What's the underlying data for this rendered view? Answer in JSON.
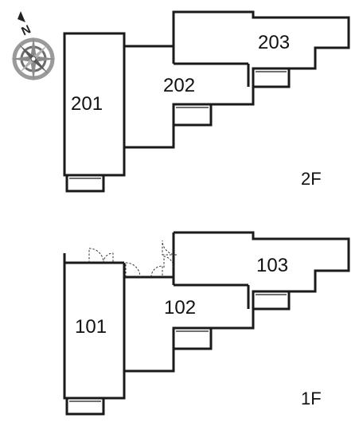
{
  "compass": {
    "north_label": "N",
    "icon": "compass-rose-icon"
  },
  "floors": [
    {
      "label": "2F",
      "units": [
        "201",
        "202",
        "203"
      ]
    },
    {
      "label": "1F",
      "units": [
        "101",
        "102",
        "103"
      ]
    }
  ],
  "colors": {
    "wall": "#1a1a1a",
    "background": "#ffffff",
    "compass_gray": "#8a8a8a"
  }
}
